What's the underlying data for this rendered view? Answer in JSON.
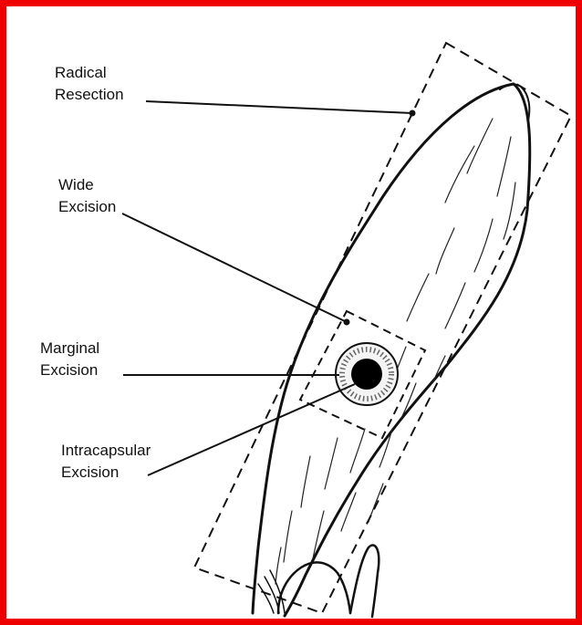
{
  "labels": {
    "radical": [
      "Radical",
      "Resection"
    ],
    "wide": [
      "Wide",
      "Excision"
    ],
    "marginal": [
      "Marginal",
      "Excision"
    ],
    "intracapsular": [
      "Intracapsular",
      "Excision"
    ]
  },
  "colors": {
    "frame": "#ee0000",
    "ink": "#111111",
    "background": "#ffffff"
  }
}
